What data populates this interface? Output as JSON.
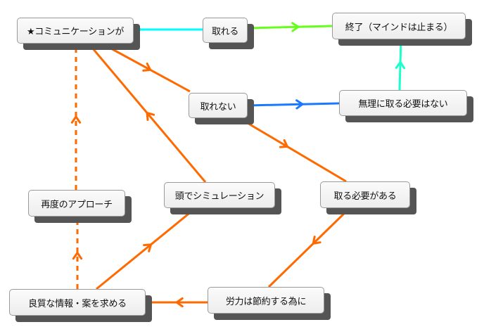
{
  "diagram": {
    "nodes": [
      {
        "id": "communication",
        "label": "★コミュニケーションが"
      },
      {
        "id": "can-take",
        "label": "取れる"
      },
      {
        "id": "end",
        "label": "終了（マインドは止まる）"
      },
      {
        "id": "cannot-take",
        "label": "取れない"
      },
      {
        "id": "no-need",
        "label": "無理に取る必要はない"
      },
      {
        "id": "simulate",
        "label": "頭でシミュレーション"
      },
      {
        "id": "need-take",
        "label": "取る必要がある"
      },
      {
        "id": "re-approach",
        "label": "再度のアプローチ"
      },
      {
        "id": "seek-info",
        "label": "良質な情報・案を求める"
      },
      {
        "id": "save-effort",
        "label": "労力は節約する為に"
      }
    ],
    "edges": [
      {
        "from": "communication",
        "to": "can-take",
        "color": "#00ffff",
        "style": "solid"
      },
      {
        "from": "can-take",
        "to": "end",
        "color": "#66ff1a",
        "style": "solid"
      },
      {
        "from": "communication",
        "to": "cannot-take",
        "color": "#ff6a00",
        "style": "solid"
      },
      {
        "from": "cannot-take",
        "to": "no-need",
        "color": "#1a7aff",
        "style": "solid"
      },
      {
        "from": "no-need",
        "to": "end",
        "color": "#1affcc",
        "style": "solid"
      },
      {
        "from": "cannot-take",
        "to": "need-take",
        "color": "#ff6a00",
        "style": "solid"
      },
      {
        "from": "need-take",
        "to": "save-effort",
        "color": "#ff6a00",
        "style": "solid"
      },
      {
        "from": "save-effort",
        "to": "seek-info",
        "color": "#ff6a00",
        "style": "solid"
      },
      {
        "from": "seek-info",
        "to": "simulate",
        "color": "#ff6a00",
        "style": "solid"
      },
      {
        "from": "simulate",
        "to": "communication",
        "color": "#ff6a00",
        "style": "solid"
      },
      {
        "from": "seek-info",
        "to": "re-approach",
        "color": "#ff6a00",
        "style": "dashed"
      },
      {
        "from": "re-approach",
        "to": "communication",
        "color": "#ff6a00",
        "style": "dashed"
      }
    ]
  }
}
